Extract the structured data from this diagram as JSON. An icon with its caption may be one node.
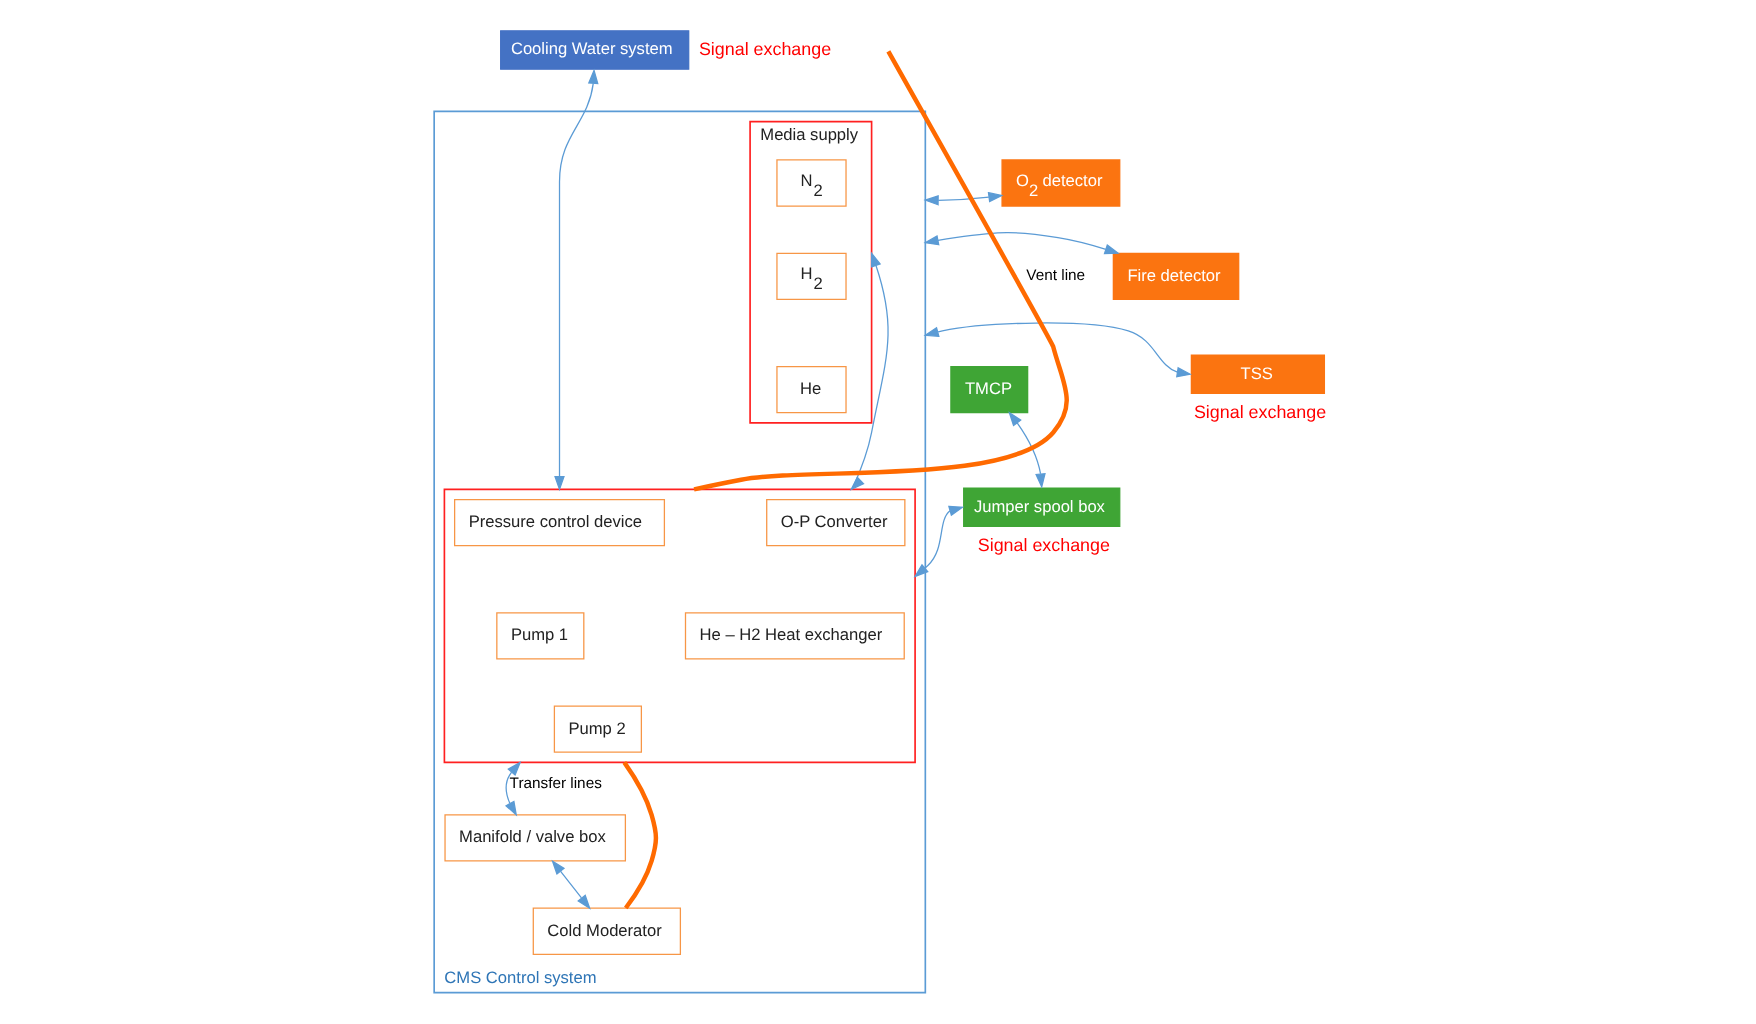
{
  "diagram": {
    "nodes": [
      {
        "text": [
          "Cooling Water system"
        ],
        "beside": [
          "Signal exchange"
        ]
      },
      {
        "text": [
          "CMS Control system"
        ]
      },
      {
        "text": [
          "Media supply"
        ],
        "in": 1
      },
      {
        "text": [
          "N$_{2}$"
        ],
        "in": 2
      },
      {
        "text": [
          "H$_{2}$"
        ],
        "in": 2
      },
      {
        "text": [
          "He"
        ],
        "in": 2
      },
      {
        "text": [],
        "shape": "box",
        "in": 1
      },
      {
        "text": [
          "Pressure control device"
        ],
        "in": 6
      },
      {
        "text": [
          "O-P Converter"
        ],
        "in": 6
      },
      {
        "text": [
          "He – H2 Heat exchanger"
        ],
        "in": 6
      },
      {
        "text": [
          "Pump 1"
        ],
        "in": 6
      },
      {
        "text": [
          "Pump 2"
        ],
        "in": 6
      },
      {
        "text": [
          "Manifold / valve box"
        ],
        "in": 1
      },
      {
        "text": [
          "Cold Moderator"
        ],
        "in": 1
      },
      {
        "text": [
          "TMCP"
        ]
      },
      {
        "text": [
          "Jumper spool box"
        ],
        "beside": [
          "Signal exchange"
        ]
      },
      {
        "text": [
          "O$_{2}$ detector"
        ]
      },
      {
        "text": [
          "Fire detector"
        ]
      },
      {
        "text": [
          "TSS"
        ],
        "beside": [
          "Signal exchange"
        ]
      }
    ],
    "edges": [
      {
        "from": 0,
        "to": 6,
        "arrow": "both"
      },
      {
        "from": 2,
        "to": 6,
        "arrow": "both"
      },
      {
        "from": 14,
        "to": 15,
        "arrow": "both"
      },
      {
        "from": 15,
        "to": 6,
        "arrow": "both"
      },
      {
        "from": 6,
        "to": 12,
        "arrow": "both",
        "label": "Transfer lines"
      },
      {
        "from": 12,
        "to": 13,
        "arrow": "both"
      },
      {
        "from": 1,
        "to": 16,
        "arrow": "both"
      },
      {
        "from": 1,
        "to": 17,
        "arrow": "both"
      },
      {
        "from": 1,
        "to": 18,
        "arrow": "both"
      },
      {
        "from": 6,
        "to": null,
        "arrow": "none",
        "style": "thick",
        "color": "#ff6a00",
        "label": "Vent line"
      },
      {
        "from": 6,
        "to": 13,
        "arrow": "none",
        "style": "thick",
        "color": "#ff6a00"
      }
    ]
  }
}
